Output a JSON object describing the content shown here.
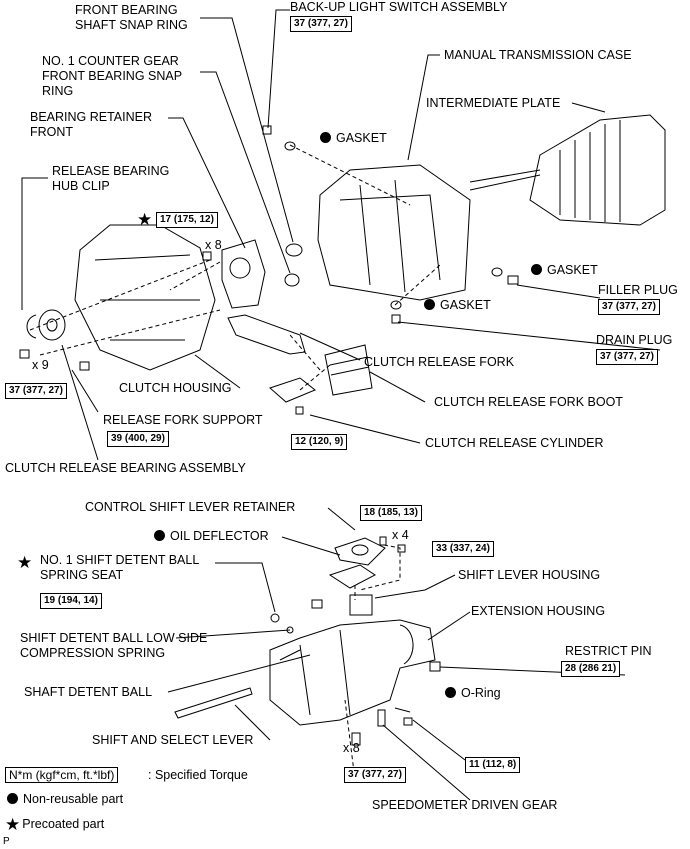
{
  "labels": {
    "front_snap_ring": "FRONT BEARING\nSHAFT SNAP RING",
    "backup_switch": "BACK-UP LIGHT SWITCH ASSEMBLY",
    "counter_snap_ring": "NO. 1 COUNTER GEAR\nFRONT BEARING SNAP\nRING",
    "trans_case": "MANUAL TRANSMISSION CASE",
    "bearing_retainer": "BEARING RETAINER\nFRONT",
    "intermediate_plate": "INTERMEDIATE PLATE",
    "gasket1": "GASKET",
    "release_hub_clip": "RELEASE BEARING\nHUB CLIP",
    "gasket2": "GASKET",
    "filler_plug": "FILLER PLUG",
    "gasket3": "GASKET",
    "drain_plug": "DRAIN PLUG",
    "clutch_release_fork": "CLUTCH RELEASE FORK",
    "clutch_housing": "CLUTCH HOUSING",
    "fork_boot": "CLUTCH RELEASE FORK BOOT",
    "release_fork_support": "RELEASE FORK SUPPORT",
    "release_cylinder": "CLUTCH RELEASE CYLINDER",
    "release_bearing_assy": "CLUTCH RELEASE BEARING ASSEMBLY",
    "shift_lever_retainer": "CONTROL SHIFT LEVER RETAINER",
    "oil_deflector": "OIL DEFLECTOR",
    "shift_detent_seat": "NO. 1 SHIFT DETENT BALL\nSPRING SEAT",
    "shift_lever_housing": "SHIFT LEVER HOUSING",
    "extension_housing": "EXTENSION HOUSING",
    "detent_spring": "SHIFT DETENT BALL LOW SIDE\nCOMPRESSION SPRING",
    "restrict_pin": "RESTRICT PIN",
    "detent_ball": "SHAFT DETENT BALL",
    "o_ring": "O-Ring",
    "shift_select_lever": "SHIFT AND SELECT LEVER",
    "speedo_gear": "SPEEDOMETER DRIVEN GEAR"
  },
  "torques": {
    "backup_switch": "37 (377, 27)",
    "retainer_bolt": "17 (175, 12)",
    "filler_plug": "37 (377, 27)",
    "drain_plug": "37 (377, 27)",
    "housing_bolt": "37 (377, 27)",
    "fork_support": "39 (400, 29)",
    "release_cyl": "12 (120, 9)",
    "lever_retainer": "18 (185, 13)",
    "lever_housing": "33 (337, 24)",
    "detent_seat": "19 (194, 14)",
    "restrict_pin": "28 (286 21)",
    "extension_bolt": "37 (377, 27)",
    "speedo": "11 (112, 8)"
  },
  "counts": {
    "x8_top": "x 8",
    "x9": "x 9",
    "x4": "x 4",
    "x8_bottom": "x 8"
  },
  "legend": {
    "torque_box": "N*m (kgf*cm, ft.*lbf)",
    "torque_desc": ": Specified Torque",
    "non_reusable": "Non-reusable part",
    "precoated": "Precoated part"
  },
  "footer": {
    "code": "P"
  }
}
